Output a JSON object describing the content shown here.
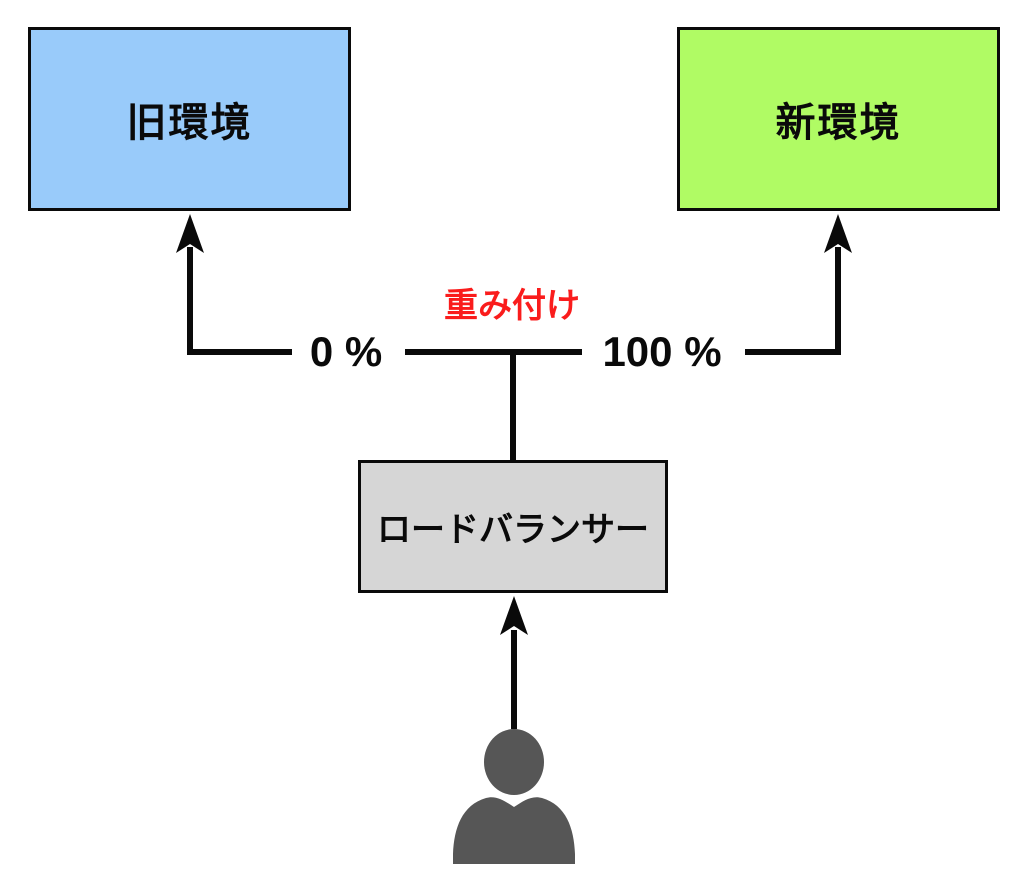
{
  "diagram": {
    "old_environment": {
      "label": "旧環境"
    },
    "new_environment": {
      "label": "新環境"
    },
    "load_balancer": {
      "label": "ロードバランサー"
    },
    "weighting": {
      "title": "重み付け",
      "old_weight": "0 %",
      "new_weight": "100 %"
    },
    "icons": {
      "user": "user-silhouette-icon"
    }
  },
  "colors": {
    "old_env_fill": "#99CBFA",
    "new_env_fill": "#B0FB64",
    "load_balancer_fill": "#D6D6D6",
    "weight_title_color": "#FA1C1C",
    "line_color": "#0a0a0a",
    "person_color": "#565656"
  }
}
